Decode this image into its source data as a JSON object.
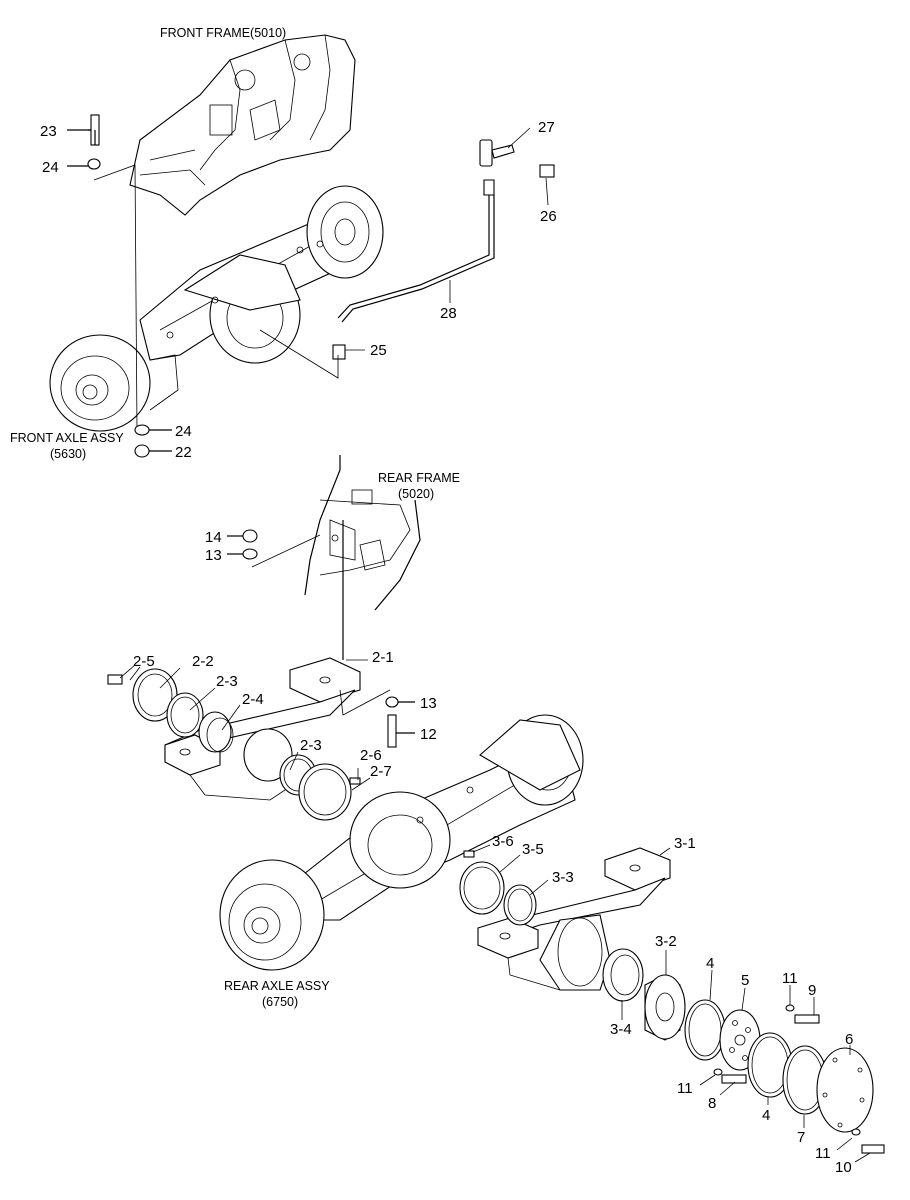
{
  "captions": {
    "front_frame": "FRONT FRAME(5010)",
    "front_axle": "FRONT AXLE ASSY",
    "front_axle_no": "(5630)",
    "rear_frame": "REAR FRAME",
    "rear_frame_no": "(5020)",
    "rear_axle": "REAR AXLE ASSY",
    "rear_axle_no": "(6750)"
  },
  "callouts": {
    "c23": "23",
    "c24a": "24",
    "c27": "27",
    "c26": "26",
    "c28": "28",
    "c25": "25",
    "c24b": "24",
    "c22": "22",
    "c14": "14",
    "c13a": "13",
    "c25b": "2-5",
    "c22b": "2-2",
    "c21": "2-1",
    "c23b": "2-3",
    "c24c": "2-4",
    "c13b": "13",
    "c12": "12",
    "c23c": "2-3",
    "c26b": "2-6",
    "c27b": "2-7",
    "c36": "3-6",
    "c35": "3-5",
    "c31": "3-1",
    "c33": "3-3",
    "c32": "3-2",
    "c4a": "4",
    "c11a": "11",
    "c9": "9",
    "c5": "5",
    "c34": "3-4",
    "c6": "6",
    "c11b": "11",
    "c8": "8",
    "c4b": "4",
    "c7": "7",
    "c11c": "11",
    "c10": "10"
  }
}
